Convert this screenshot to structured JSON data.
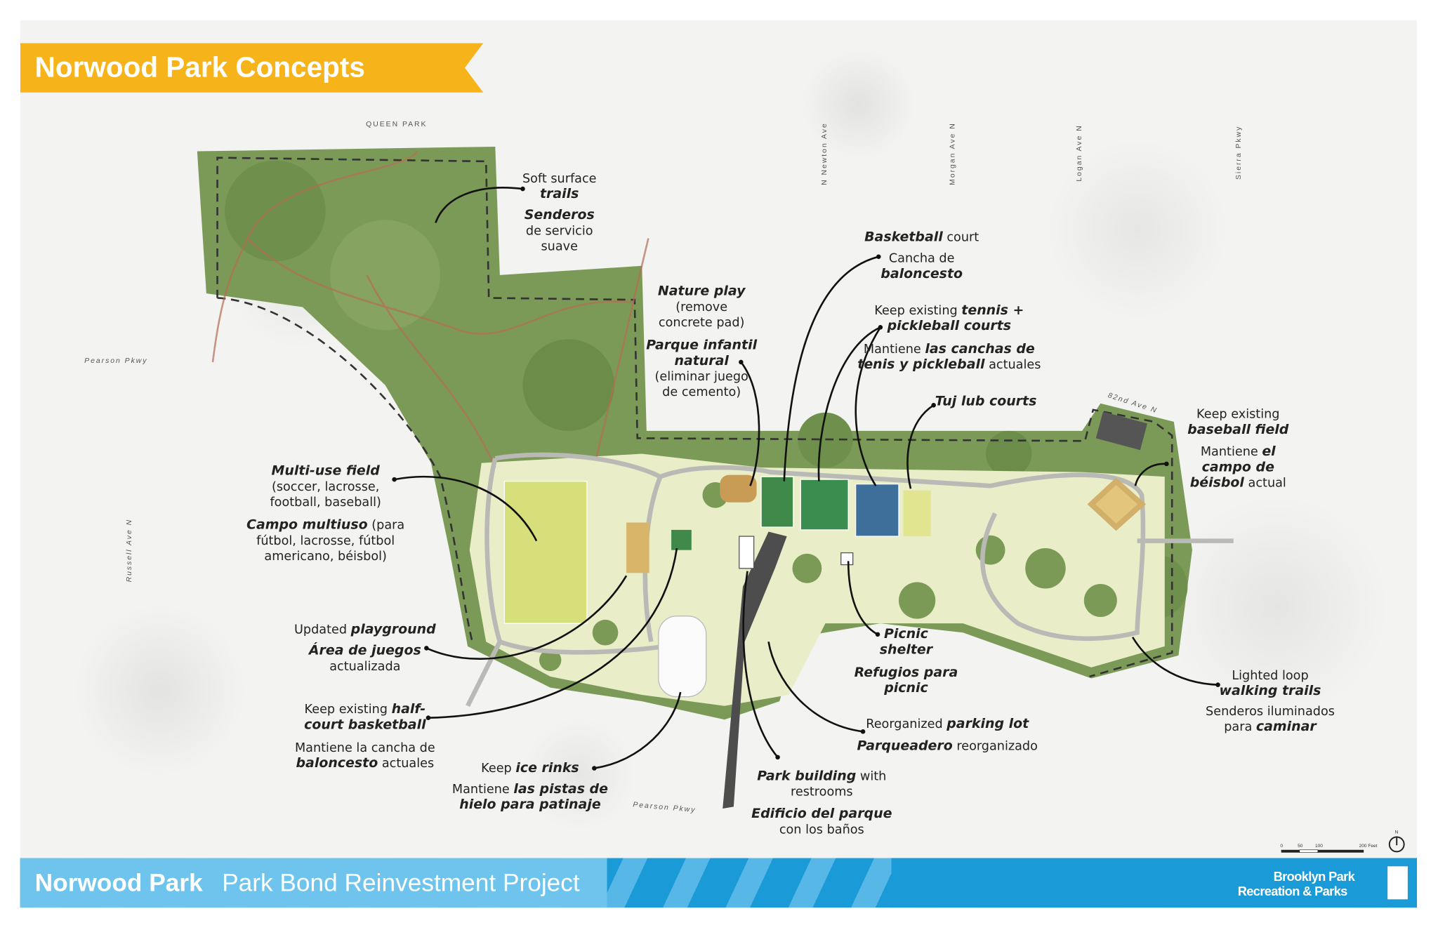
{
  "title": "Norwood Park Concepts",
  "footer": {
    "park_name": "Norwood Park",
    "project": "Park Bond Reinvestment Project",
    "logo_line1": "Brooklyn Park",
    "logo_line2": "Recreation & Parks"
  },
  "colors": {
    "banner": "#f6b41a",
    "footer": "#1a9ad6",
    "forest": "#7c9a57",
    "lawn": "#e9edc8",
    "trail": "#b9b9b6"
  },
  "streets": {
    "queen_park": "QUEEN PARK",
    "pearson_west": "Pearson Pkwy",
    "russell": "Russell Ave N",
    "newton": "N Newton Ave",
    "morgan": "Morgan Ave N",
    "logan": "Logan Ave N",
    "sierra": "Sierra Pkwy",
    "ave82": "82nd Ave N",
    "pearson_south": "Pearson Pkwy"
  },
  "scale_bar": {
    "ticks": [
      "0",
      "50",
      "100",
      "200 Feet"
    ],
    "north": "N"
  },
  "callouts": [
    {
      "id": "soft-trails-en",
      "lines": [
        [
          [
            "Soft surface",
            0
          ]
        ],
        [
          [
            "trails",
            1
          ]
        ]
      ]
    },
    {
      "id": "soft-trails-es",
      "lines": [
        [
          [
            "Senderos",
            1
          ]
        ],
        [
          [
            "de servicio",
            0
          ]
        ],
        [
          [
            "suave",
            0
          ]
        ]
      ]
    },
    {
      "id": "nature-play-en",
      "lines": [
        [
          [
            "Nature play",
            1
          ]
        ],
        [
          [
            "(remove",
            0
          ]
        ],
        [
          [
            "concrete pad)",
            0
          ]
        ]
      ]
    },
    {
      "id": "nature-play-es",
      "lines": [
        [
          [
            "Parque infantil",
            1
          ]
        ],
        [
          [
            "natural",
            1
          ]
        ],
        [
          [
            "(eliminar juego",
            0
          ]
        ],
        [
          [
            "de cemento)",
            0
          ]
        ]
      ]
    },
    {
      "id": "basketball-en",
      "lines": [
        [
          [
            "Basketball",
            1
          ],
          [
            " court",
            0
          ]
        ]
      ]
    },
    {
      "id": "basketball-es",
      "lines": [
        [
          [
            "Cancha de",
            0
          ]
        ],
        [
          [
            "baloncesto",
            1
          ]
        ]
      ]
    },
    {
      "id": "tennis-en",
      "lines": [
        [
          [
            "Keep existing ",
            0
          ],
          [
            "tennis +",
            1
          ]
        ],
        [
          [
            "pickleball courts",
            1
          ]
        ]
      ]
    },
    {
      "id": "tennis-es",
      "lines": [
        [
          [
            "Mantiene ",
            0
          ],
          [
            "las canchas de",
            1
          ]
        ],
        [
          [
            "tenis y pickleball",
            1
          ],
          [
            " actuales",
            0
          ]
        ]
      ]
    },
    {
      "id": "tujlub",
      "lines": [
        [
          [
            "Tuj lub courts",
            1
          ]
        ]
      ]
    },
    {
      "id": "baseball-en",
      "lines": [
        [
          [
            "Keep existing",
            0
          ]
        ],
        [
          [
            "baseball field",
            1
          ]
        ]
      ]
    },
    {
      "id": "baseball-es",
      "lines": [
        [
          [
            "Mantiene ",
            0
          ],
          [
            "el",
            1
          ]
        ],
        [
          [
            "campo de",
            1
          ]
        ],
        [
          [
            "béisbol",
            1
          ],
          [
            " actual",
            0
          ]
        ]
      ]
    },
    {
      "id": "multiuse-en",
      "lines": [
        [
          [
            "Multi-use field",
            1
          ]
        ],
        [
          [
            "(soccer, lacrosse,",
            0
          ]
        ],
        [
          [
            "football, baseball)",
            0
          ]
        ]
      ]
    },
    {
      "id": "multiuse-es",
      "lines": [
        [
          [
            "Campo multiuso",
            1
          ],
          [
            " (para",
            0
          ]
        ],
        [
          [
            "fútbol, lacrosse, fútbol",
            0
          ]
        ],
        [
          [
            "americano, béisbol)",
            0
          ]
        ]
      ]
    },
    {
      "id": "playground-en",
      "lines": [
        [
          [
            "Updated ",
            0
          ],
          [
            "playground",
            1
          ]
        ]
      ]
    },
    {
      "id": "playground-es",
      "lines": [
        [
          [
            "Área de juegos",
            1
          ]
        ],
        [
          [
            "actualizada",
            0
          ]
        ]
      ]
    },
    {
      "id": "halfcourt-en",
      "lines": [
        [
          [
            "Keep existing ",
            0
          ],
          [
            "half-",
            1
          ]
        ],
        [
          [
            "court basketball",
            1
          ]
        ]
      ]
    },
    {
      "id": "halfcourt-es",
      "lines": [
        [
          [
            "Mantiene la cancha de",
            0
          ]
        ],
        [
          [
            "baloncesto",
            1
          ],
          [
            " actuales",
            0
          ]
        ]
      ]
    },
    {
      "id": "ice-en",
      "lines": [
        [
          [
            "Keep ",
            0
          ],
          [
            "ice rinks",
            1
          ]
        ]
      ]
    },
    {
      "id": "ice-es",
      "lines": [
        [
          [
            "Mantiene ",
            0
          ],
          [
            "las pistas de",
            1
          ]
        ],
        [
          [
            "hielo para patinaje",
            1
          ]
        ]
      ]
    },
    {
      "id": "building-en",
      "lines": [
        [
          [
            "Park building",
            1
          ],
          [
            " with",
            0
          ]
        ],
        [
          [
            "restrooms",
            0
          ]
        ]
      ]
    },
    {
      "id": "building-es",
      "lines": [
        [
          [
            "Edificio del parque",
            1
          ]
        ],
        [
          [
            "con los baños",
            0
          ]
        ]
      ]
    },
    {
      "id": "parking-en",
      "lines": [
        [
          [
            "Reorganized ",
            0
          ],
          [
            "parking lot",
            1
          ]
        ]
      ]
    },
    {
      "id": "parking-es",
      "lines": [
        [
          [
            "Parqueadero",
            1
          ],
          [
            " reorganizado",
            0
          ]
        ]
      ]
    },
    {
      "id": "picnic-en",
      "lines": [
        [
          [
            "Picnic",
            1
          ]
        ],
        [
          [
            "shelter",
            1
          ]
        ]
      ]
    },
    {
      "id": "picnic-es",
      "lines": [
        [
          [
            "Refugios para",
            1
          ]
        ],
        [
          [
            "picnic",
            1
          ]
        ]
      ]
    },
    {
      "id": "loop-en",
      "lines": [
        [
          [
            "Lighted loop",
            0
          ]
        ],
        [
          [
            "walking trails",
            1
          ]
        ]
      ]
    },
    {
      "id": "loop-es",
      "lines": [
        [
          [
            "Senderos iluminados",
            0
          ]
        ],
        [
          [
            "para ",
            0
          ],
          [
            "caminar",
            1
          ]
        ]
      ]
    }
  ]
}
